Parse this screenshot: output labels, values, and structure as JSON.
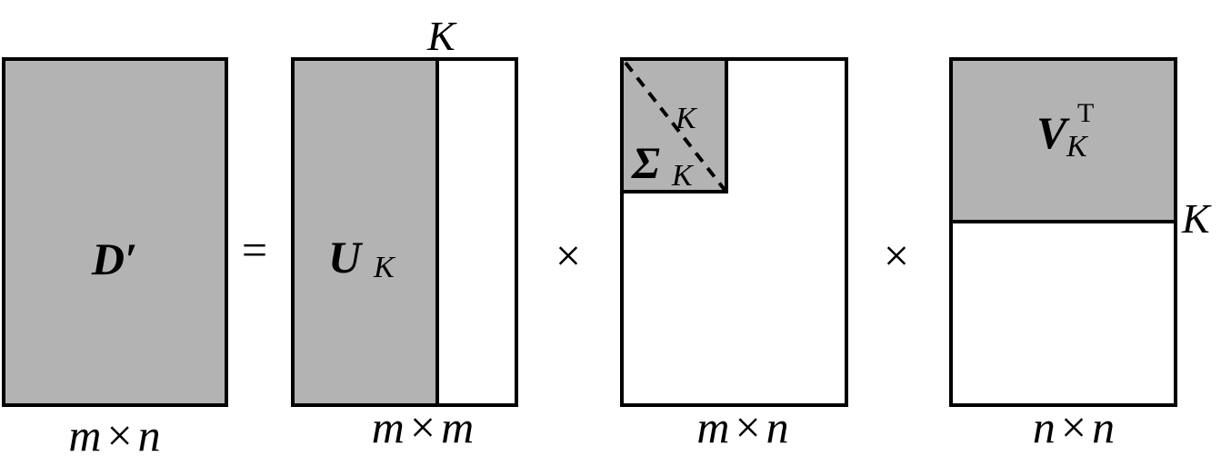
{
  "colors": {
    "shaded": "#b3b3b3",
    "stroke": "#000000",
    "background": "#ffffff"
  },
  "matrices": {
    "d": {
      "symbol": "D′",
      "dims": [
        "m",
        "×",
        "n"
      ]
    },
    "u": {
      "symbol": "U",
      "subscript": "K",
      "dims": [
        "m",
        "×",
        "m"
      ],
      "k_label": "K"
    },
    "sigma": {
      "symbol": "Σ",
      "subscript": "K",
      "diag_label": "K",
      "dims": [
        "m",
        "×",
        "n"
      ]
    },
    "v": {
      "symbol": "V",
      "subscript": "K",
      "superscript": "T",
      "dims": [
        "n",
        "×",
        "n"
      ],
      "k_label": "K"
    }
  },
  "operators": {
    "equals": "=",
    "times_1": "×",
    "times_2": "×"
  }
}
